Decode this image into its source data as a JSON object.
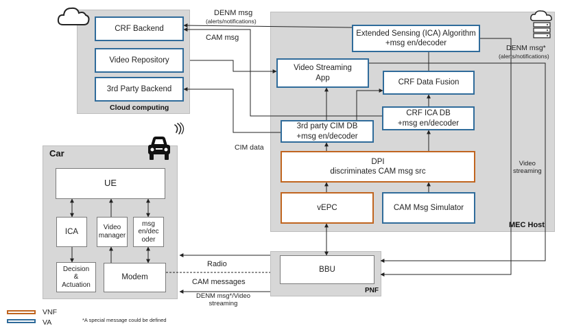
{
  "regions": {
    "cloud": "Cloud computing",
    "mec": "MEC Host",
    "car": "Car",
    "pnf": "PNF"
  },
  "boxes": {
    "crf_backend": "CRF Backend",
    "video_repository": "Video Repository",
    "third_party_backend": "3rd Party Backend",
    "extended_sensing": "Extended Sensing (ICA) Algorithm\n+msg en/decoder",
    "video_streaming_app": "Video Streaming\nApp",
    "crf_data_fusion": "CRF Data Fusion",
    "crf_ica_db": "CRF ICA DB\n+msg en/decoder",
    "third_party_cim_db": "3rd party CIM DB\n+msg en/decoder",
    "dpi": "DPI\ndiscriminates CAM msg src",
    "vepc": "vEPC",
    "cam_msg_simulator": "CAM Msg Simulator",
    "bbu": "BBU",
    "ue": "UE",
    "ica": "ICA",
    "video_manager": "Video\nmanager",
    "msg_endecoder": "msg\nen/dec\noder",
    "decision_actuation": "Decision\n&\nActuation",
    "modem": "Modem"
  },
  "labels": {
    "denm_msg": "DENM msg",
    "denm_alerts_top": "(alerts/notifications)",
    "cam_msg": "CAM msg",
    "denm_msg_star": "DENM msg*",
    "denm_alerts_right": "(alerts/notifications)",
    "cim_data": "CIM data",
    "video_streaming": "Video\nstreaming",
    "radio": "Radio",
    "cam_messages": "CAM messages",
    "denm_video": "DENM msg*/Video\nstreaming"
  },
  "legend": {
    "vnf": "VNF",
    "va": "VA",
    "footnote": "*A special message could be defined"
  },
  "colors": {
    "va": "#2f6b9a",
    "vnf": "#c0641e",
    "region": "#d7d7d7"
  },
  "icons": [
    "cloud-icon",
    "server-icon",
    "car-icon",
    "wireless-signal-icon"
  ]
}
